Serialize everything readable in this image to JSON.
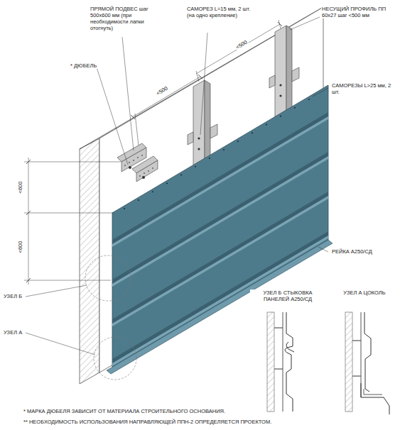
{
  "diagram": {
    "labels": [
      "ПРЯМОЙ ПОДВЕС шаг 500х600 мм (при необходимости лапки отогнуть)",
      "САМОРЕЗ L=15 мм, 2 шт. (на одно крепление)",
      "НЕСУЩИЙ ПРОФИЛЬ ПП 60х27 шаг <500 мм",
      "* ДЮБЕЛЬ",
      "<500",
      "<500",
      "САМОРЕЗЫ L>25 мм, 2 шт.",
      "<600",
      "<600",
      "РЕЙКА A250/СД",
      "УЗЕЛ Б",
      "УЗЕЛ А",
      "УЗЕЛ Б СТЫКОВКА ПАНЕЛЕЙ A250/СД",
      "УЗЕЛ А ЦОКОЛЬ",
      "* МАРКА ДЮБЕЛЯ ЗАВИСИТ ОТ МАТЕРИАЛА СТРОИТЕЛЬНОГО ОСНОВАНИЯ.",
      "** НЕОБХОДИМОСТЬ ИСПОЛЬЗОВАНИЯ НАПРАВЛЯЮЩЕЙ ППН-2 ОПРЕДЕЛЯЕТСЯ ПРОЕКТОМ."
    ]
  }
}
